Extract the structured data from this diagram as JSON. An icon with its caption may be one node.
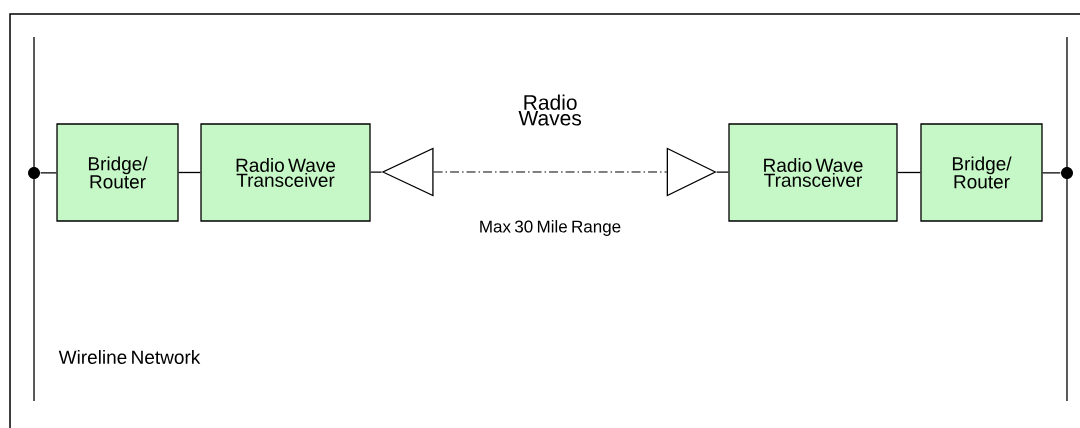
{
  "diagram": {
    "nodes": [
      {
        "text": [],
        "shape": "circle"
      },
      {
        "text": [
          "Bridge/ Router"
        ]
      },
      {
        "text": [
          "Radio Wave Transceiver"
        ]
      },
      {
        "text": [],
        "shape": "triangle"
      },
      {
        "text": [],
        "shape": "triangle"
      },
      {
        "text": [
          "Radio Wave Transceiver"
        ]
      },
      {
        "text": [
          "Bridge/ Router"
        ]
      },
      {
        "text": [],
        "shape": "circle"
      }
    ],
    "edges": [
      {
        "from": 0,
        "to": 1,
        "arrow": "none"
      },
      {
        "from": 1,
        "to": 2,
        "arrow": "none"
      },
      {
        "from": 2,
        "to": 3,
        "arrow": "none"
      },
      {
        "from": 3,
        "to": 4,
        "arrow": "none",
        "style": "dashed",
        "label": "Radio Waves"
      },
      {
        "from": 4,
        "to": 5,
        "arrow": "none"
      },
      {
        "from": 5,
        "to": 6,
        "arrow": "none"
      },
      {
        "from": 6,
        "to": 7,
        "arrow": "none"
      }
    ],
    "labels": [
      "Max 30 Mile Range",
      "Wireline Network"
    ]
  }
}
